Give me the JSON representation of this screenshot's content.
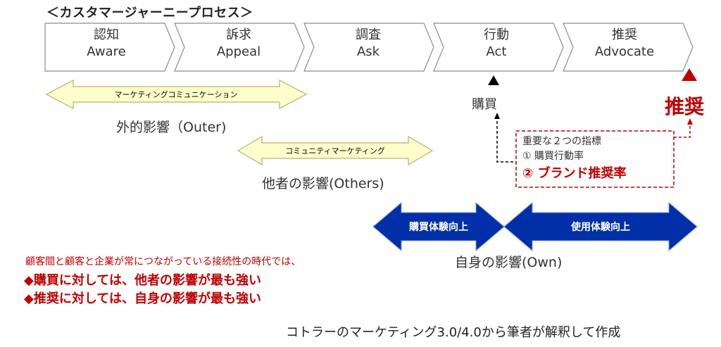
{
  "heading": "＜カスタマージャーニープロセス＞",
  "stages": [
    {
      "jp": "認知",
      "en": "Aware"
    },
    {
      "jp": "訴求",
      "en": "Appeal"
    },
    {
      "jp": "調査",
      "en": "Ask"
    },
    {
      "jp": "行動",
      "en": "Act"
    },
    {
      "jp": "推奨",
      "en": "Advocate"
    }
  ],
  "influences": {
    "outer": {
      "arrow_text": "マーケティングコミュニケーション",
      "label": "外的影響（Outer)"
    },
    "others": {
      "arrow_text": "コミュニティマーケティング",
      "label": "他者の影響(Others)"
    },
    "own": {
      "label": "自身の影響(Own)",
      "buy_arrow": "購買体験向上",
      "use_arrow": "使用体験向上"
    }
  },
  "markers": {
    "purchase": "購買",
    "recommend": "推奨"
  },
  "indicators": {
    "title": "重要な２つの指標",
    "item1": "①  購買行動率",
    "item2": "② ブランド推奨率"
  },
  "notes": {
    "intro": "顧客間と顧客と企業が常につながっている接続性の時代では、",
    "bullet1": "◆購買に対しては、他者の影響が最も強い",
    "bullet2": "◆推奨に対しては、自身の影響が最も強い"
  },
  "source": "コトラーのマーケティング3.0/4.0から筆者が解釈して作成",
  "colors": {
    "accent_red": "#c00000",
    "arrow_blue": "#002fa7",
    "arrow_yellow": "#ffffcc",
    "arrow_yellow_stroke": "#b8b070"
  }
}
